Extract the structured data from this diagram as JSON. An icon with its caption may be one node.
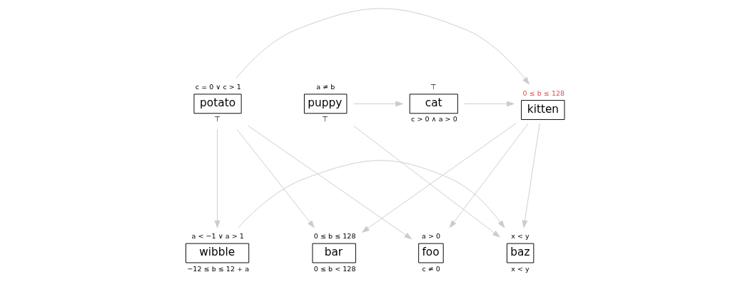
{
  "diagram": {
    "nodes": [
      {
        "text": [
          "potato"
        ],
        "beside": [
          "c = 0 ∨ c > 1",
          "⊤"
        ]
      },
      {
        "text": [
          "kitten"
        ],
        "beside": [
          "0 ≤ b ≤ 128"
        ]
      },
      {
        "text": [
          "cat"
        ],
        "beside": [
          "⊤",
          "c > 0 ∧ a > 0"
        ]
      },
      {
        "text": [
          "puppy"
        ],
        "beside": [
          "a ≠ b",
          "⊤"
        ]
      },
      {
        "text": [
          "foo"
        ],
        "beside": [
          "a > 0",
          "c ≠ 0"
        ]
      },
      {
        "text": [
          "bar"
        ],
        "beside": [
          "0 ≤ b ≤ 128",
          "0 ≤ b < 128"
        ]
      },
      {
        "text": [
          "baz"
        ],
        "beside": [
          "x < y",
          "x < y"
        ]
      },
      {
        "text": [
          "wibble"
        ],
        "beside": [
          "a < −1 ∨ a > 1",
          "−12 ≤ b ≤ 12 + a"
        ]
      }
    ],
    "edges": [
      {
        "from": 0,
        "to": 1,
        "arrow": "to"
      },
      {
        "from": 2,
        "to": 1,
        "arrow": "to"
      },
      {
        "from": 3,
        "to": 2,
        "arrow": "to"
      },
      {
        "from": 0,
        "to": 4,
        "arrow": "to"
      },
      {
        "from": 0,
        "to": 5,
        "arrow": "to"
      },
      {
        "from": 0,
        "to": 7,
        "arrow": "to"
      },
      {
        "from": 1,
        "to": 4,
        "arrow": "to"
      },
      {
        "from": 1,
        "to": 5,
        "arrow": "to"
      },
      {
        "from": 1,
        "to": 6,
        "arrow": "to"
      },
      {
        "from": 3,
        "to": 6,
        "arrow": "to"
      },
      {
        "from": 7,
        "to": 6,
        "arrow": "to"
      }
    ]
  }
}
